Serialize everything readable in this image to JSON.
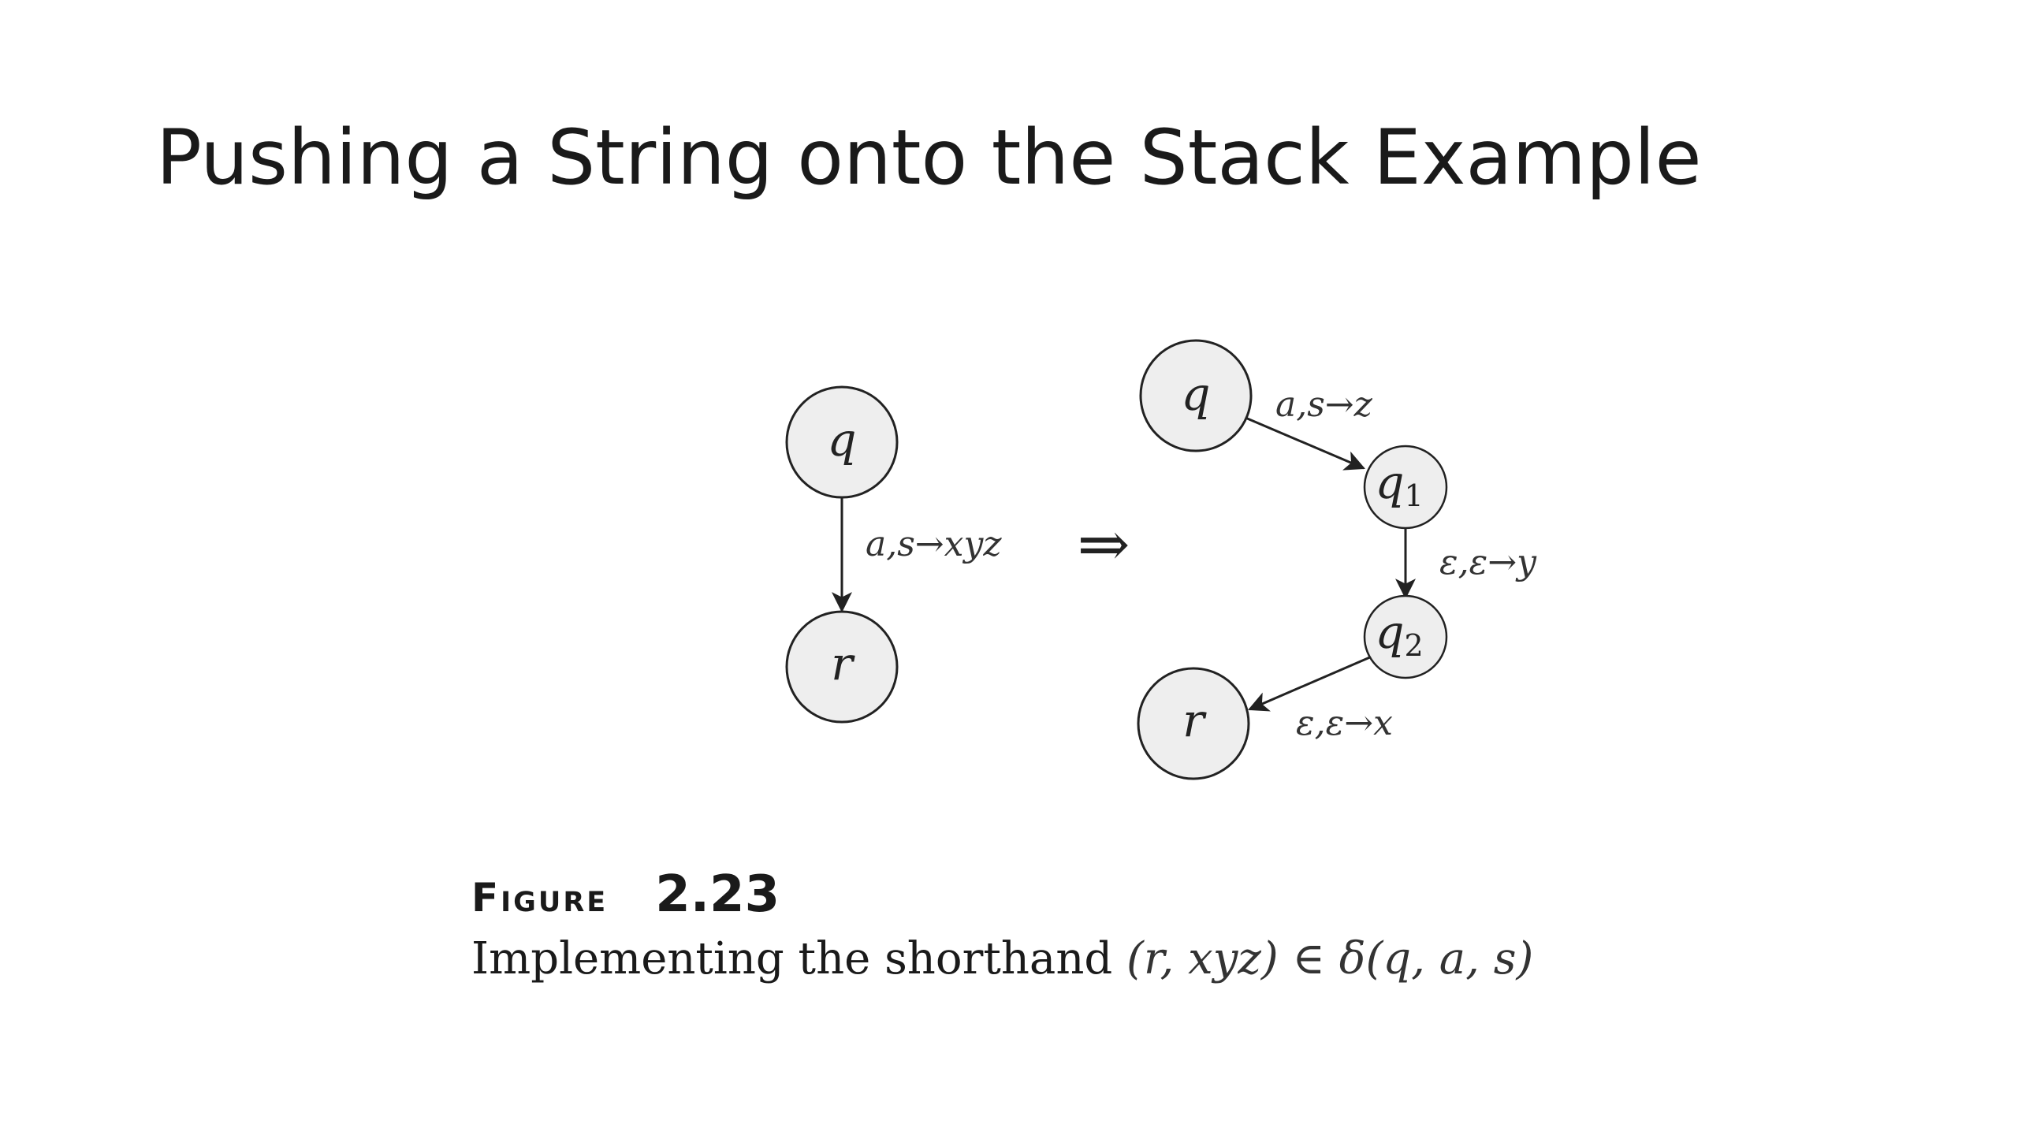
{
  "slide": {
    "title": "Pushing a String onto the Stack Example"
  },
  "diagram": {
    "left": {
      "state_q": "q",
      "state_r": "r",
      "edge_label": "a,s→xyz"
    },
    "implies_symbol": "⇒",
    "right": {
      "state_q": "q",
      "state_q1": "q",
      "state_q1_sub": "1",
      "state_q2": "q",
      "state_q2_sub": "2",
      "state_r": "r",
      "edge_q_q1": "a,s→z",
      "edge_q1_q2": "ε,ε→y",
      "edge_q2_r": "ε,ε→x"
    }
  },
  "caption": {
    "figure_word": "Figure",
    "figure_number": "2.23",
    "description": "Implementing the shorthand",
    "expression": "(r, xyz) ∈ δ(q, a, s)"
  }
}
